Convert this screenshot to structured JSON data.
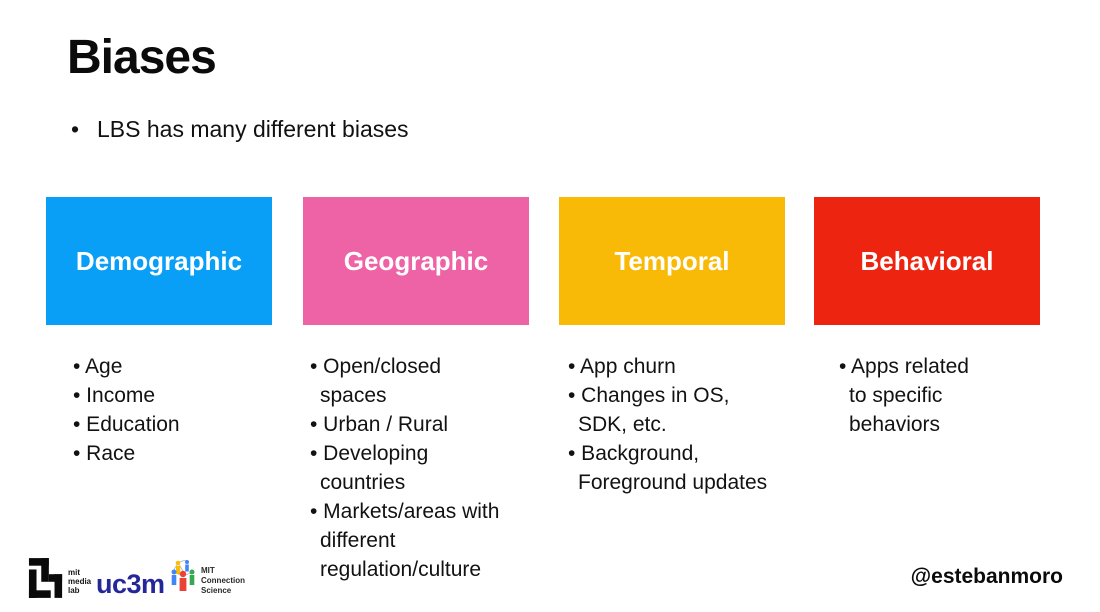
{
  "title": "Biases",
  "intro": {
    "bullet": "•",
    "text": "LBS has many different biases"
  },
  "columns": [
    {
      "label": "Demographic",
      "color": "#0a9ff7",
      "items": [
        "• Age",
        "• Income",
        "• Education",
        "• Race"
      ]
    },
    {
      "label": "Geographic",
      "color": "#ee62a6",
      "items": [
        "• Open/closed\nspaces",
        "• Urban / Rural",
        "• Developing\ncountries",
        "• Markets/areas with\ndifferent\nregulation/culture"
      ]
    },
    {
      "label": "Temporal",
      "color": "#f8ba06",
      "items": [
        "• App churn",
        "• Changes in OS,\nSDK, etc.",
        "• Background,\nForeground updates"
      ]
    },
    {
      "label": "Behavioral",
      "color": "#ed2510",
      "items": [
        "• Apps related\nto specific\nbehaviors"
      ]
    }
  ],
  "footer": {
    "media_lab": {
      "line1": "mit",
      "line2": "media",
      "line3": "lab"
    },
    "uc3m_label": "uc3m",
    "uc3m_color": "#23279a",
    "connection_science": {
      "line1": "MIT",
      "line2": "Connection",
      "line3": "Science"
    },
    "handle": "@estebanmoro"
  }
}
